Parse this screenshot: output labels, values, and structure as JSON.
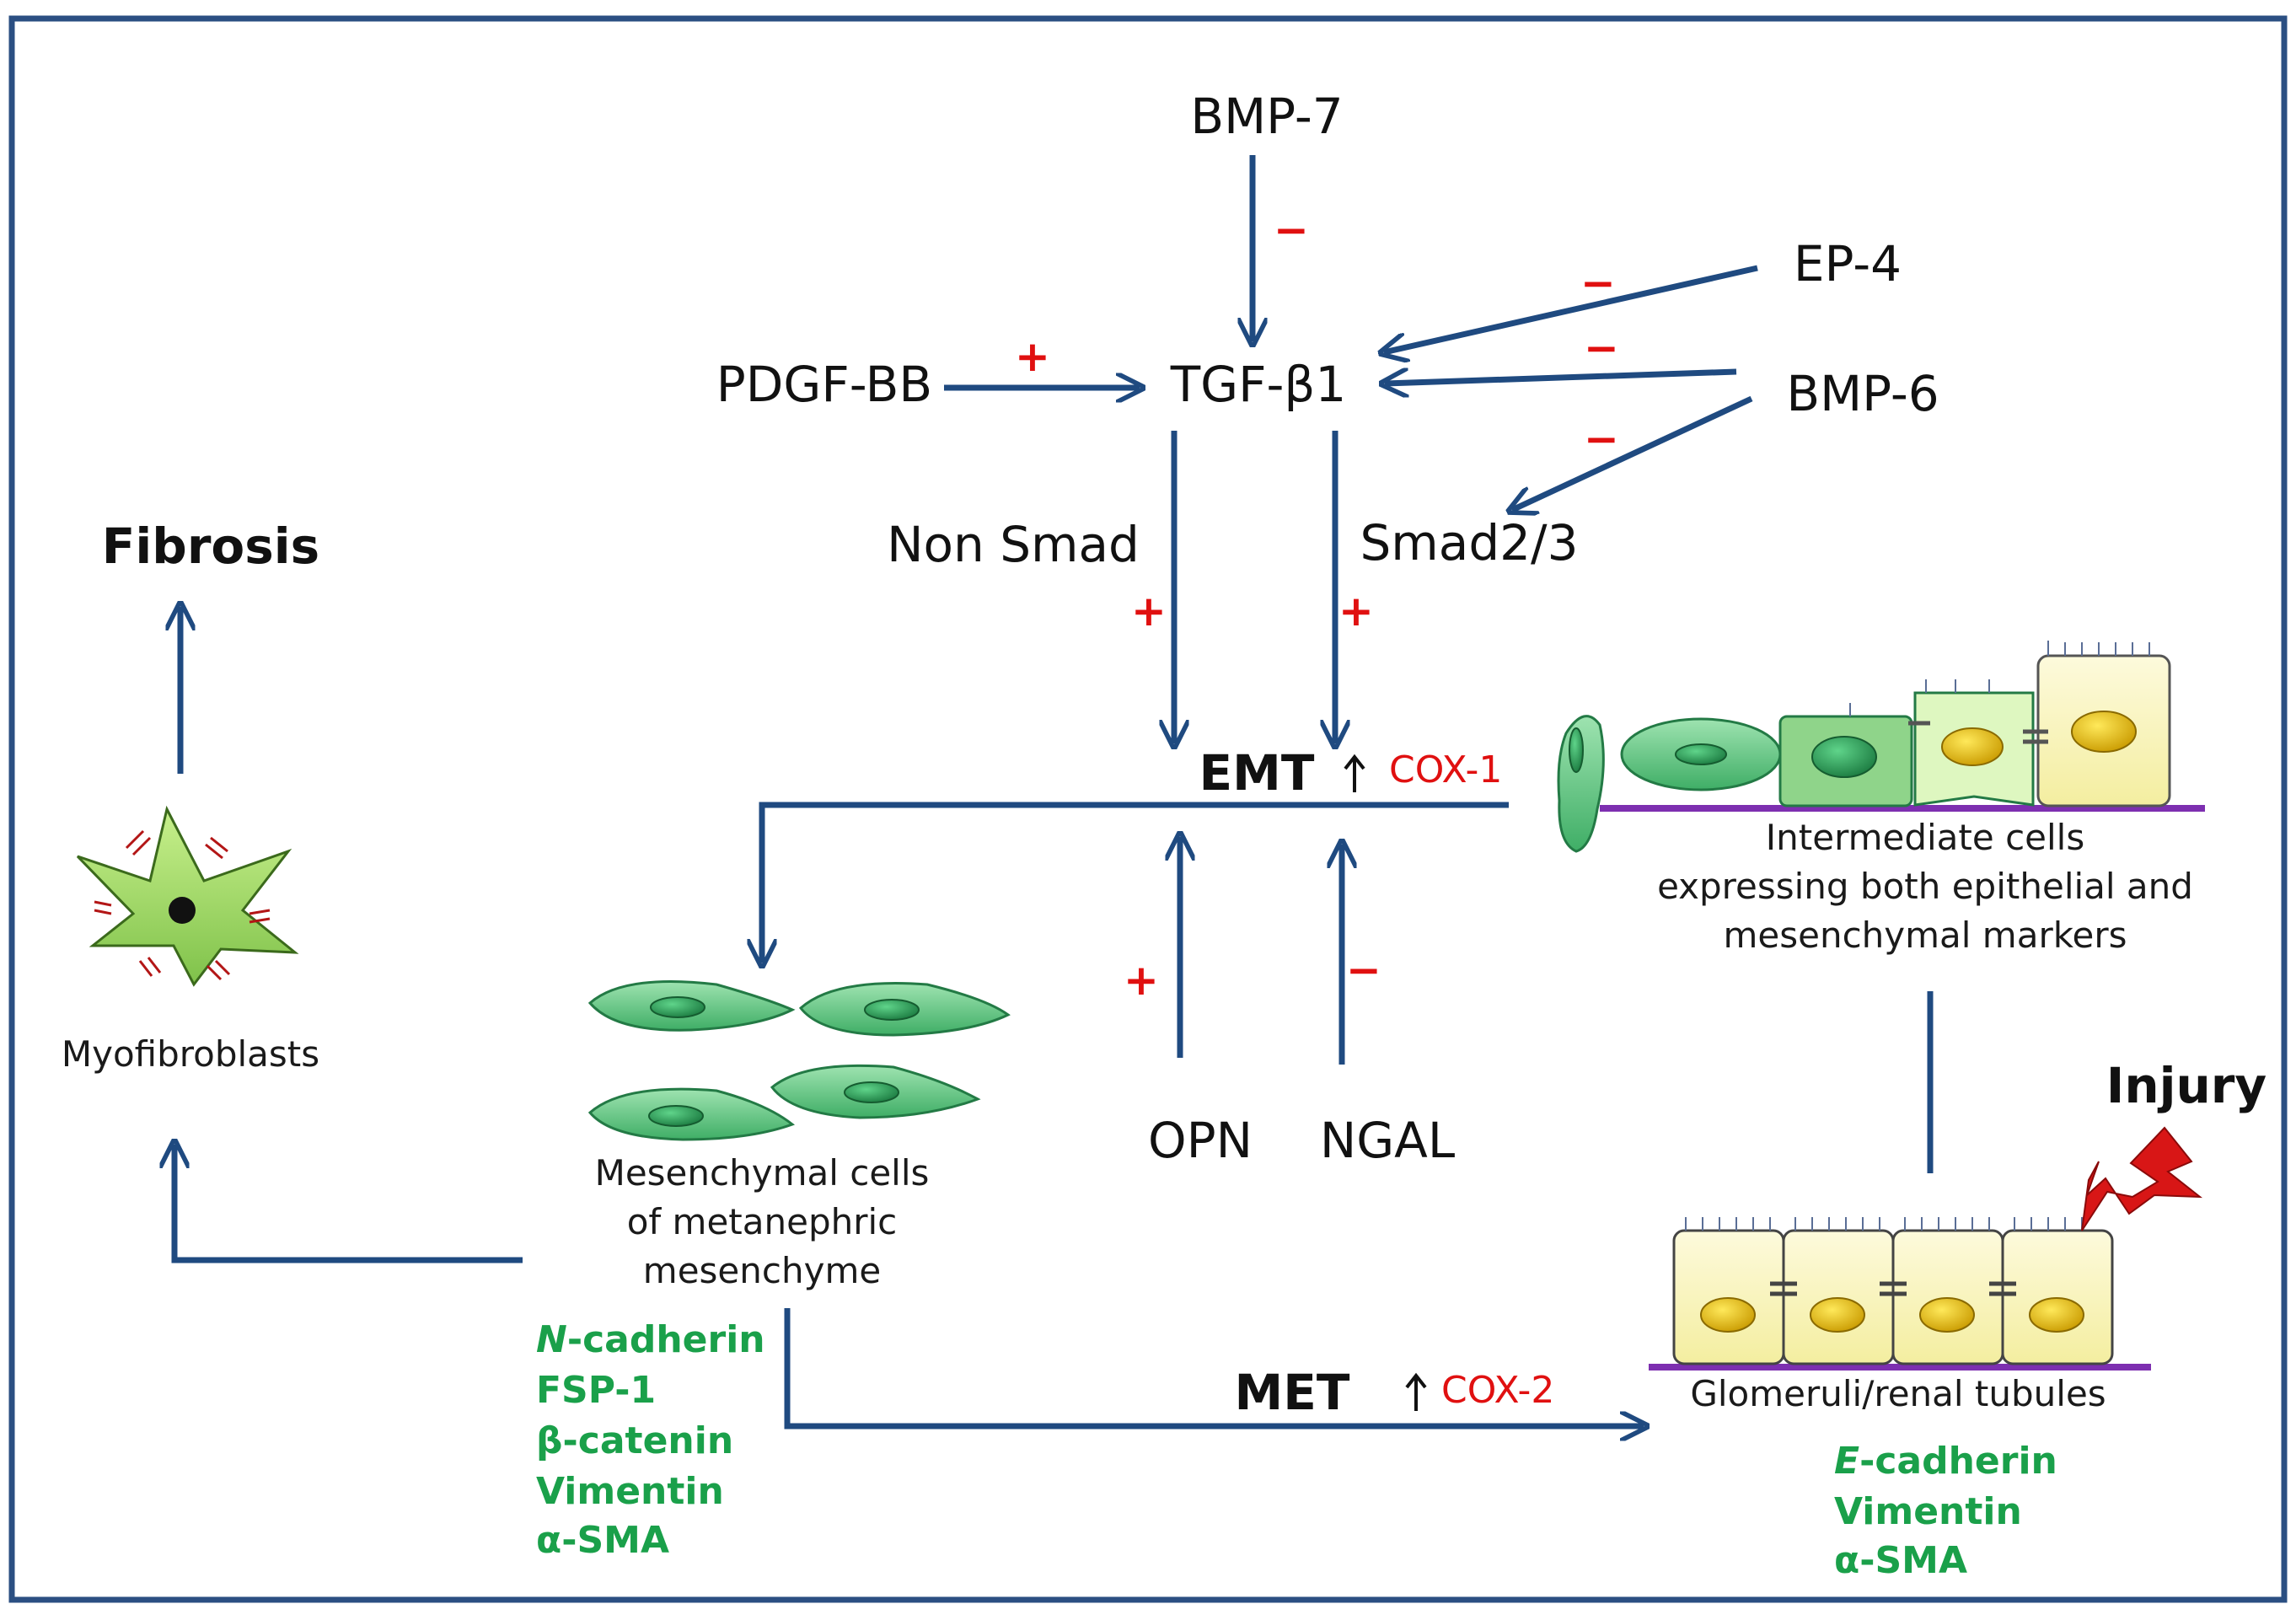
{
  "nodes": {
    "bmp7": "BMP-7",
    "ep4": "EP-4",
    "pdgf": "PDGF-BB",
    "tgf": "TGF-β1",
    "bmp6": "BMP-6",
    "non_smad": "Non Smad",
    "smad": "Smad2/3",
    "emt": "EMT",
    "met": "MET",
    "opn": "OPN",
    "ngal": "NGAL",
    "fibrosis": "Fibrosis",
    "myofibroblasts": "Myofibroblasts",
    "injury": "Injury"
  },
  "cox": {
    "cox1": "COX-1",
    "cox2": "COX-2"
  },
  "signs": {
    "bmp7_tgf": "−",
    "ep4_tgf": "−",
    "bmp6_tgf": "−",
    "bmp6_smad": "−",
    "pdgf_tgf": "+",
    "non_smad_emt": "+",
    "smad_emt": "+",
    "opn_emt": "+",
    "ngal_emt": "−"
  },
  "captions": {
    "intermediate": [
      "Intermediate cells",
      "expressing both epithelial  and",
      "mesenchymal markers"
    ],
    "mesenchymal": [
      "Mesenchymal cells",
      "of metanephric",
      "mesenchyme"
    ],
    "glomeruli": "Glomeruli/renal tubules"
  },
  "markers": {
    "mesenchymal": [
      {
        "italic": "N",
        "rest": "-cadherin"
      },
      {
        "italic": "",
        "rest": "FSP-1"
      },
      {
        "italic": "",
        "rest": "β-catenin"
      },
      {
        "italic": "",
        "rest": "Vimentin"
      },
      {
        "italic": "",
        "rest": "α-SMA"
      }
    ],
    "epithelial": [
      {
        "italic": "E",
        "rest": "-cadherin"
      },
      {
        "italic": "",
        "rest": "Vimentin"
      },
      {
        "italic": "",
        "rest": "α-SMA"
      }
    ]
  },
  "colors": {
    "arrow": "#1f4a80",
    "sign": "#e01010",
    "marker": "#1aa04a",
    "cell_green": "#5cc47f",
    "cell_yellow": "#fbf6b8",
    "nucleus_yellow": "#e0b400",
    "membrane": "#7d2fb0",
    "frame": "#2b4f82",
    "injury_bolt": "#d81616"
  }
}
